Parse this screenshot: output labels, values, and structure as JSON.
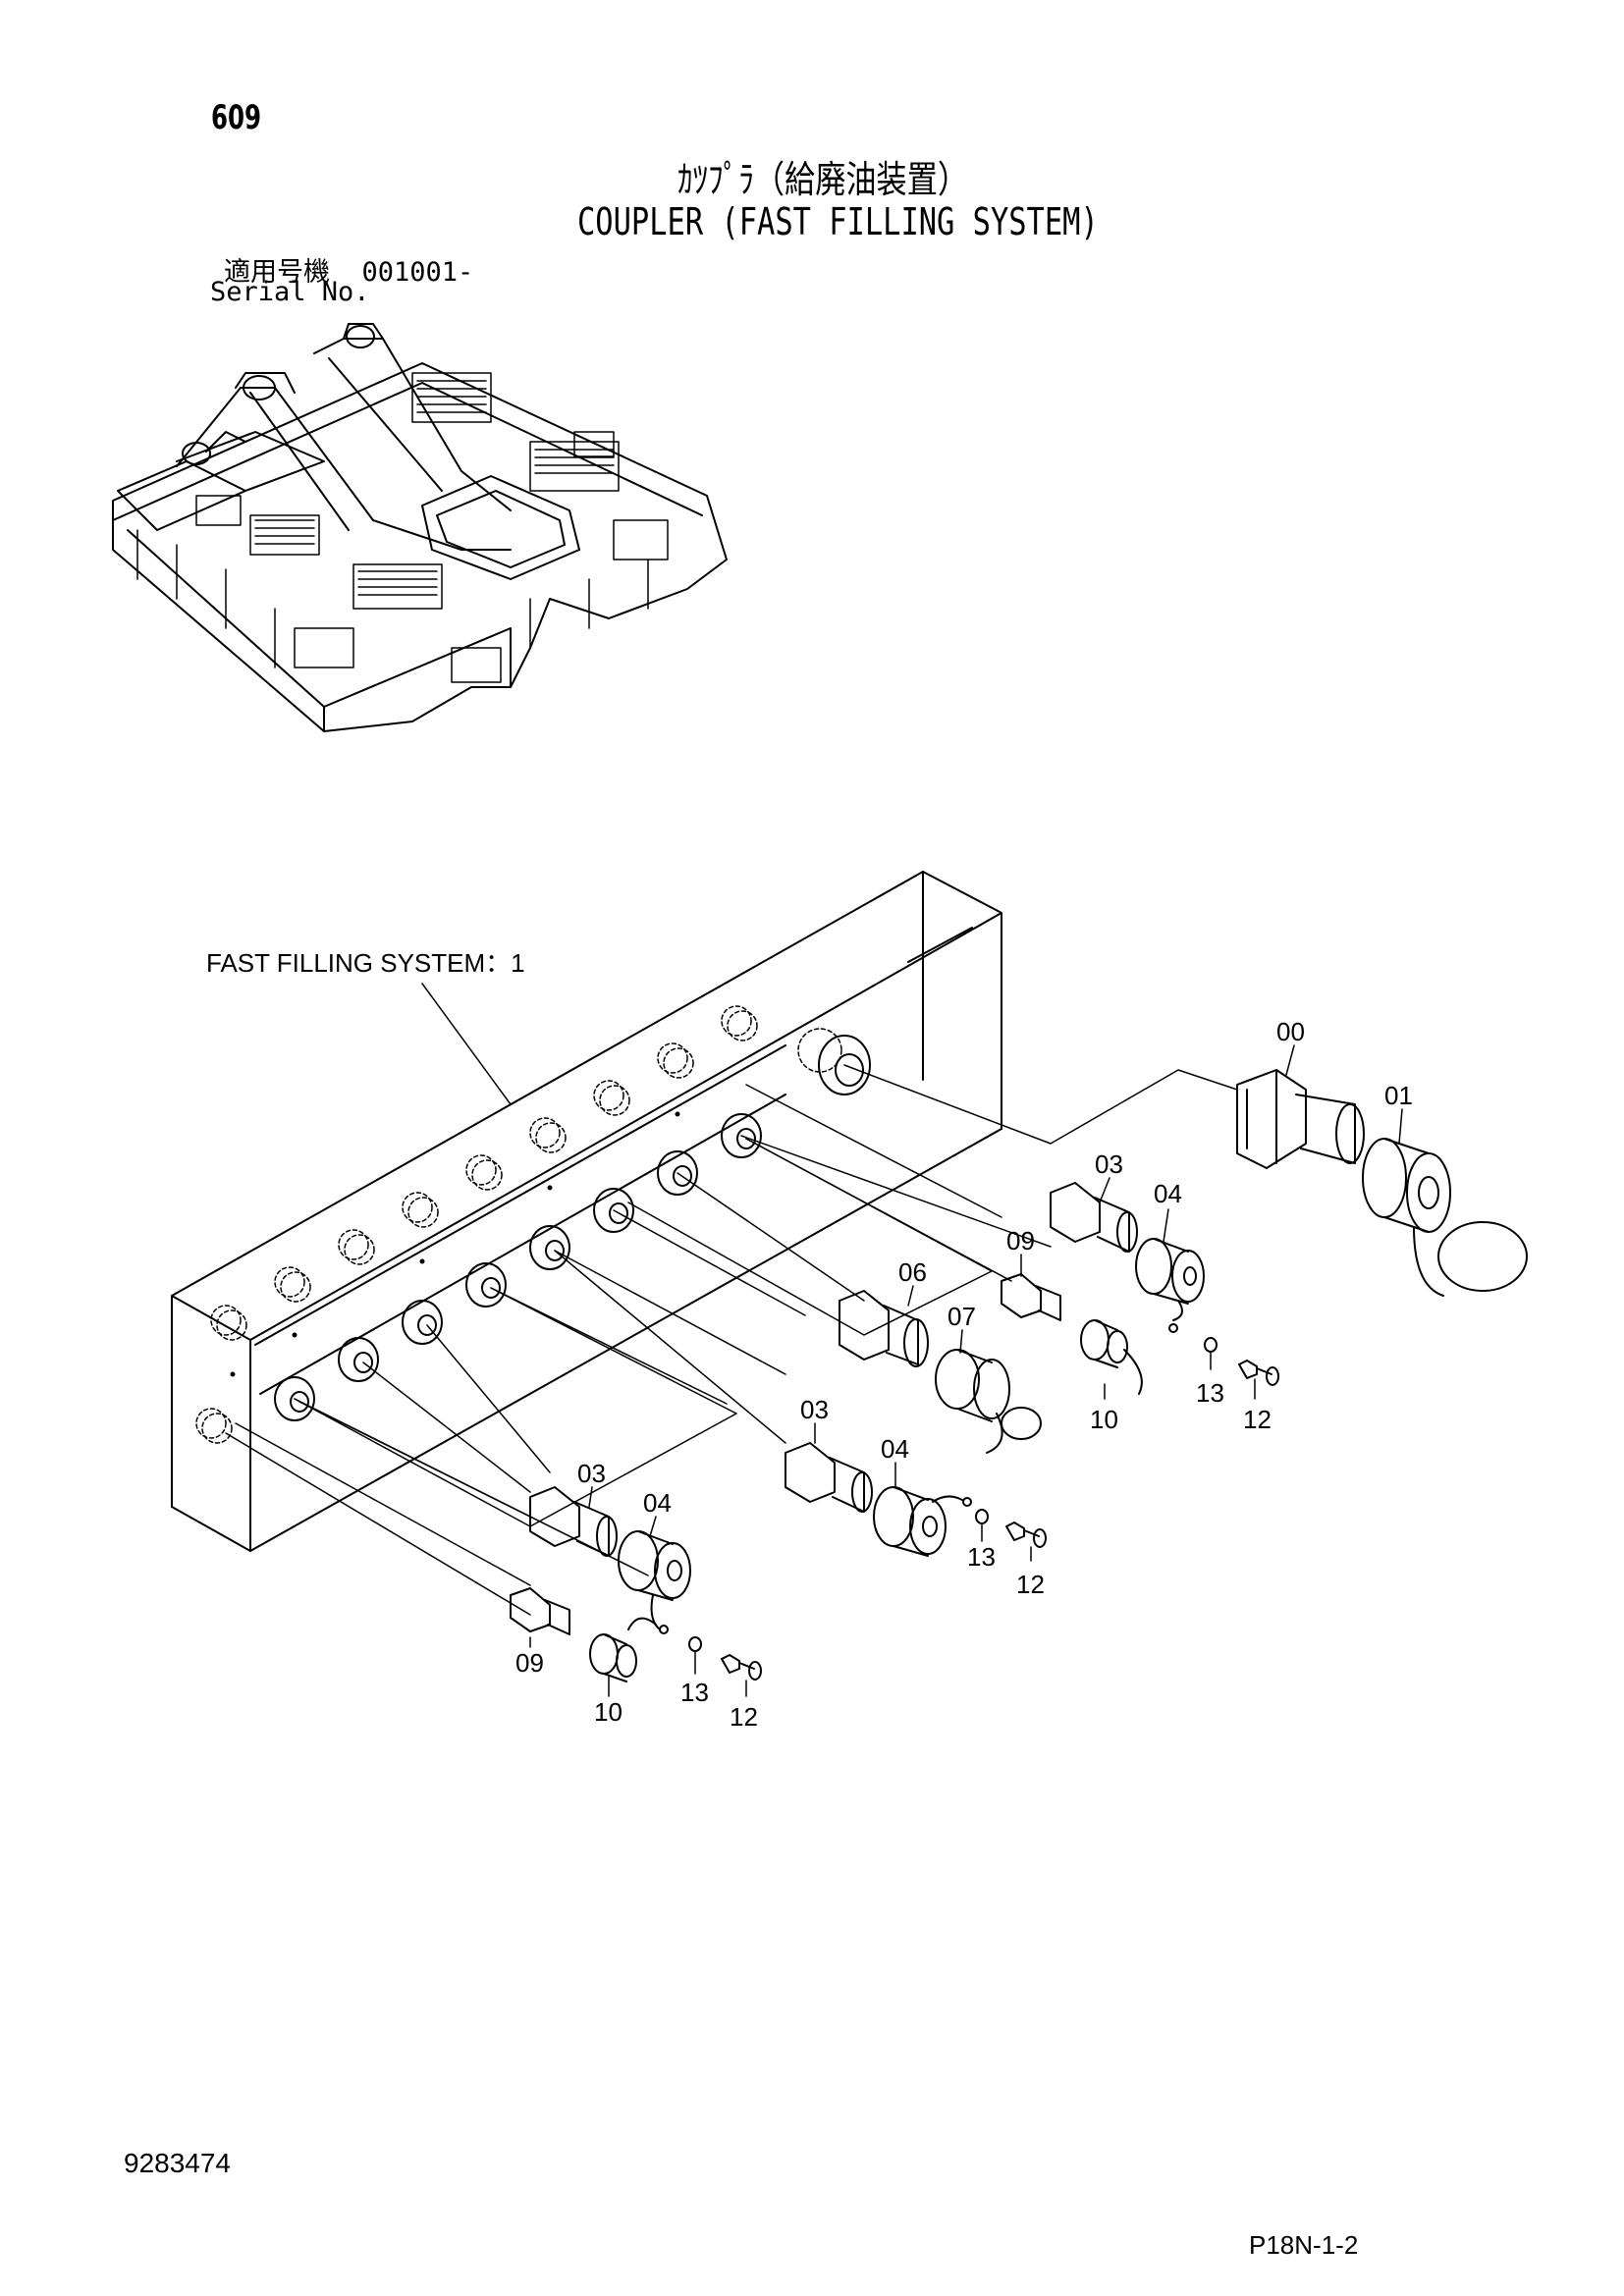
{
  "header": {
    "page_number": "609",
    "title_jp": "ｶﾂﾌﾟﾗ（給廃油装置）",
    "title_en": "COUPLER (FAST FILLING SYSTEM)",
    "serial_label_jp": "適用号機",
    "serial_range": "001001-",
    "serial_label_en": "Serial No."
  },
  "diagram": {
    "assembly_label": "FAST FILLING SYSTEM：1",
    "callouts": {
      "c00": "00",
      "c01": "01",
      "c03a": "03",
      "c04a": "04",
      "c09a": "09",
      "c10a": "10",
      "c13a": "13",
      "c12a": "12",
      "c06": "06",
      "c07": "07",
      "c03b": "03",
      "c04b": "04",
      "c13b": "13",
      "c12b": "12",
      "c03c": "03",
      "c04c": "04",
      "c09c": "09",
      "c10c": "10",
      "c13c": "13",
      "c12c": "12"
    }
  },
  "footer": {
    "document_number": "9283474",
    "reference_code": "P18N-1-2"
  }
}
